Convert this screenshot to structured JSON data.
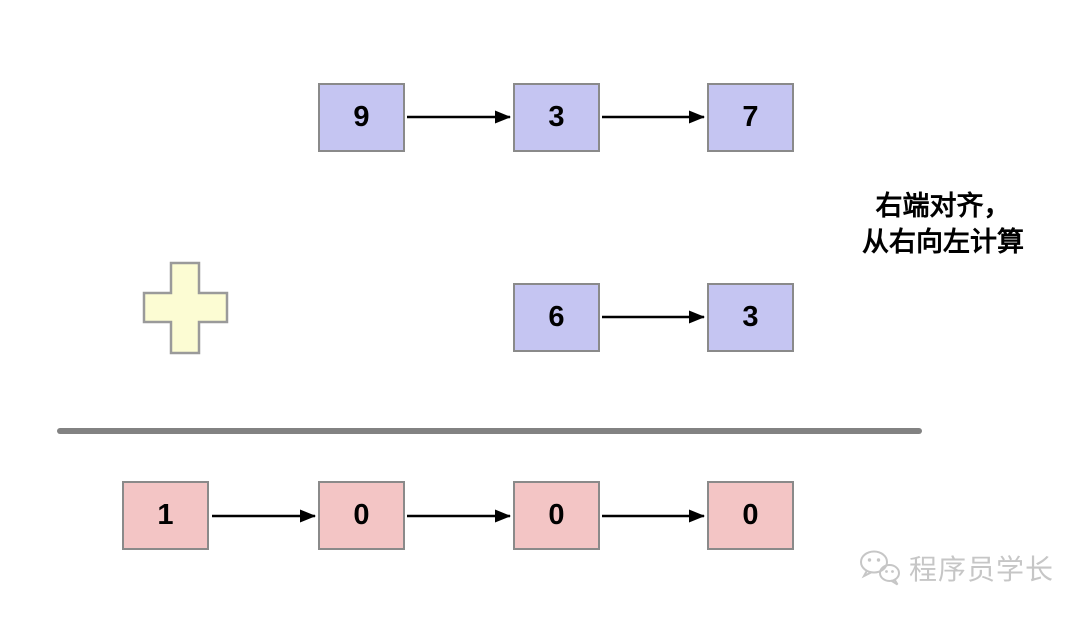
{
  "diagram": {
    "description": "linked-list addition diagram",
    "annotation": {
      "line1": "右端对齐，",
      "line2": "从右向左计算"
    },
    "operator": "plus",
    "lists": {
      "addend1": {
        "values": [
          "9",
          "3",
          "7"
        ]
      },
      "addend2": {
        "values": [
          "6",
          "3"
        ]
      },
      "result": {
        "values": [
          "1",
          "0",
          "0",
          "0"
        ]
      }
    }
  },
  "watermark": {
    "text": "程序员学长",
    "icon": "wechat-icon"
  },
  "colors": {
    "addend_node_fill": "#c5c5f2",
    "result_node_fill": "#f3c5c5",
    "node_border": "#8a8a8a",
    "plus_fill": "#fcfcd3",
    "plus_border": "#9a9a9a",
    "divider": "#828282",
    "arrow": "#000000",
    "annotation_text": "#000000",
    "watermark_text": "#c6c6c6"
  }
}
